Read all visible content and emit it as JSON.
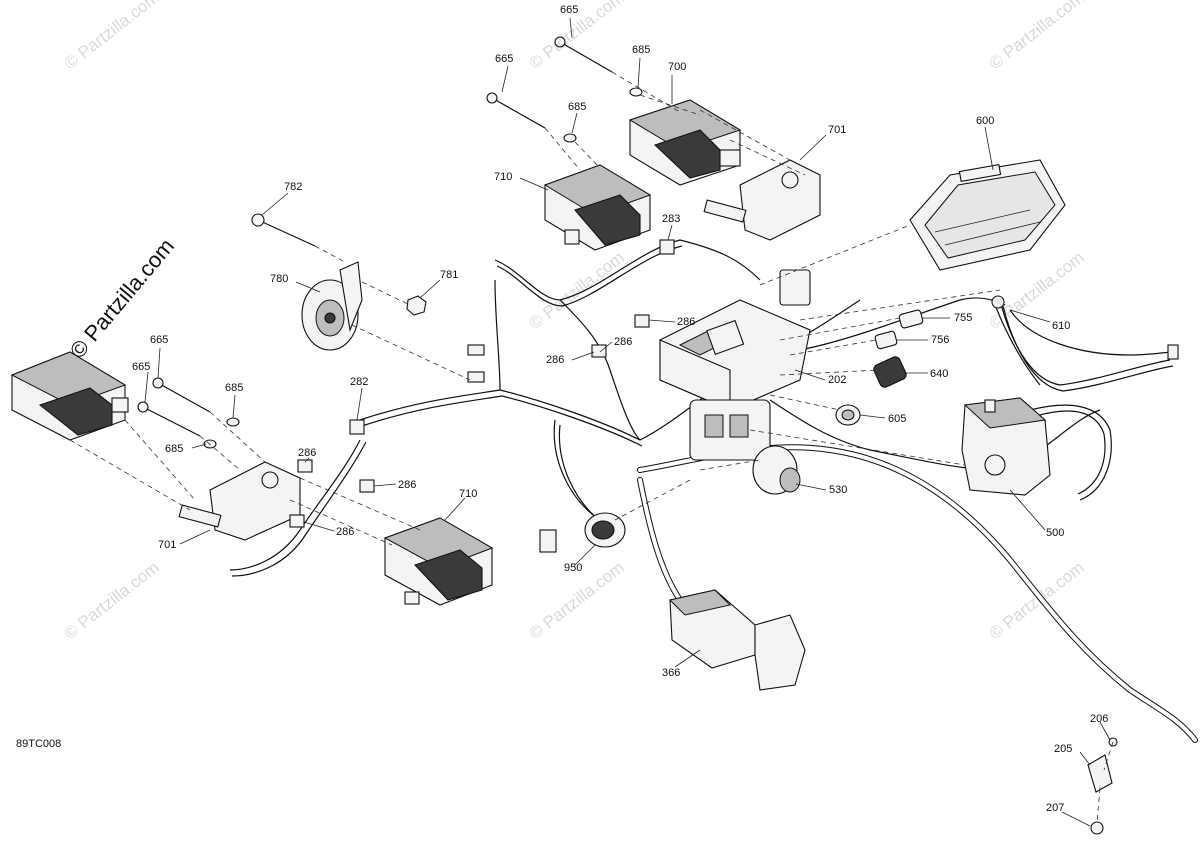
{
  "diagram": {
    "code": "89TC008",
    "watermark": "© Partzilla.com",
    "brand": "© Partzilla.com",
    "callouts": [
      {
        "id": "c665a",
        "label": "665"
      },
      {
        "id": "c685a",
        "label": "685"
      },
      {
        "id": "c700",
        "label": "700"
      },
      {
        "id": "c665b",
        "label": "665"
      },
      {
        "id": "c685b",
        "label": "685"
      },
      {
        "id": "c701a",
        "label": "701"
      },
      {
        "id": "c600",
        "label": "600"
      },
      {
        "id": "c710a",
        "label": "710"
      },
      {
        "id": "c782",
        "label": "782"
      },
      {
        "id": "c283",
        "label": "283"
      },
      {
        "id": "c780",
        "label": "780"
      },
      {
        "id": "c781",
        "label": "781"
      },
      {
        "id": "c286a",
        "label": "286"
      },
      {
        "id": "c286b",
        "label": "286"
      },
      {
        "id": "c286c",
        "label": "286"
      },
      {
        "id": "c755",
        "label": "755"
      },
      {
        "id": "c610",
        "label": "610"
      },
      {
        "id": "c756",
        "label": "756"
      },
      {
        "id": "c665c",
        "label": "665"
      },
      {
        "id": "c665d",
        "label": "665"
      },
      {
        "id": "c202",
        "label": "202"
      },
      {
        "id": "c640",
        "label": "640"
      },
      {
        "id": "c685c",
        "label": "685"
      },
      {
        "id": "c282",
        "label": "282"
      },
      {
        "id": "c605",
        "label": "605"
      },
      {
        "id": "c685d",
        "label": "685"
      },
      {
        "id": "c286d",
        "label": "286"
      },
      {
        "id": "c286e",
        "label": "286"
      },
      {
        "id": "c710b",
        "label": "710"
      },
      {
        "id": "c530",
        "label": "530"
      },
      {
        "id": "c500",
        "label": "500"
      },
      {
        "id": "c701b",
        "label": "701"
      },
      {
        "id": "c286f",
        "label": "286"
      },
      {
        "id": "c950",
        "label": "950"
      },
      {
        "id": "c366",
        "label": "366"
      },
      {
        "id": "c206",
        "label": "206"
      },
      {
        "id": "c205",
        "label": "205"
      },
      {
        "id": "c207",
        "label": "207"
      }
    ]
  }
}
